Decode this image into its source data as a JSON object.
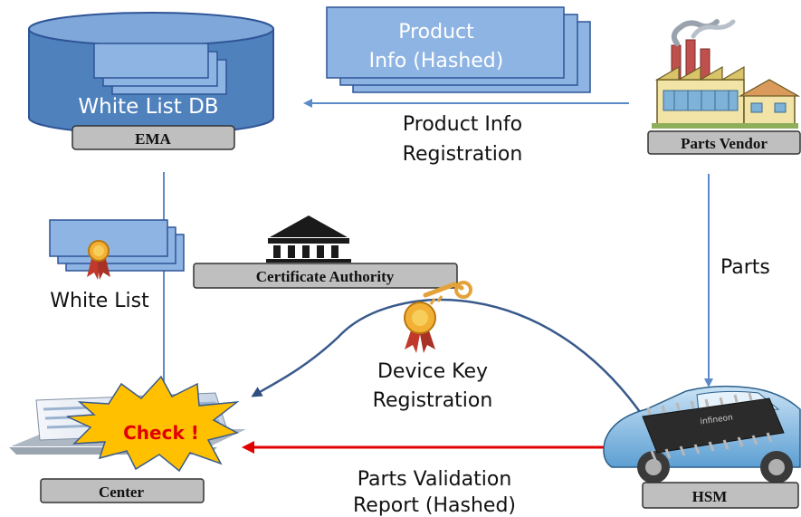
{
  "nodes": {
    "ema": {
      "db_label": "White List DB",
      "box_label": "EMA"
    },
    "parts_vendor": {
      "box_label": "Parts Vendor"
    },
    "certificate_authority": {
      "box_label": "Certificate Authority"
    },
    "center": {
      "box_label": "Center",
      "burst_label": "Check !"
    },
    "hsm": {
      "box_label": "HSM",
      "chip_brand": "infineon"
    },
    "product_info_doc": {
      "label_line1": "Product",
      "label_line2": "Info (Hashed)"
    },
    "white_list_doc": {
      "label": "White List"
    }
  },
  "edges": {
    "product_info_registration": {
      "line1": "Product Info",
      "line2": "Registration"
    },
    "parts": {
      "label": "Parts"
    },
    "device_key_registration": {
      "line1": "Device Key",
      "line2": "Registration"
    },
    "parts_validation_report": {
      "line1": "Parts Validation",
      "line2": "Report (Hashed)"
    }
  },
  "colors": {
    "db_blue": "#4f81bd",
    "db_top": "#7fa7d9",
    "doc_blue": "#8eb4e3",
    "arrow_blue": "#5b8cc9",
    "curve_blue": "#3a5a8c",
    "validation_red": "#e00000",
    "box_gray": "#bfbfbf",
    "burst_yellow": "#ffc000",
    "burst_text": "#e00000"
  }
}
